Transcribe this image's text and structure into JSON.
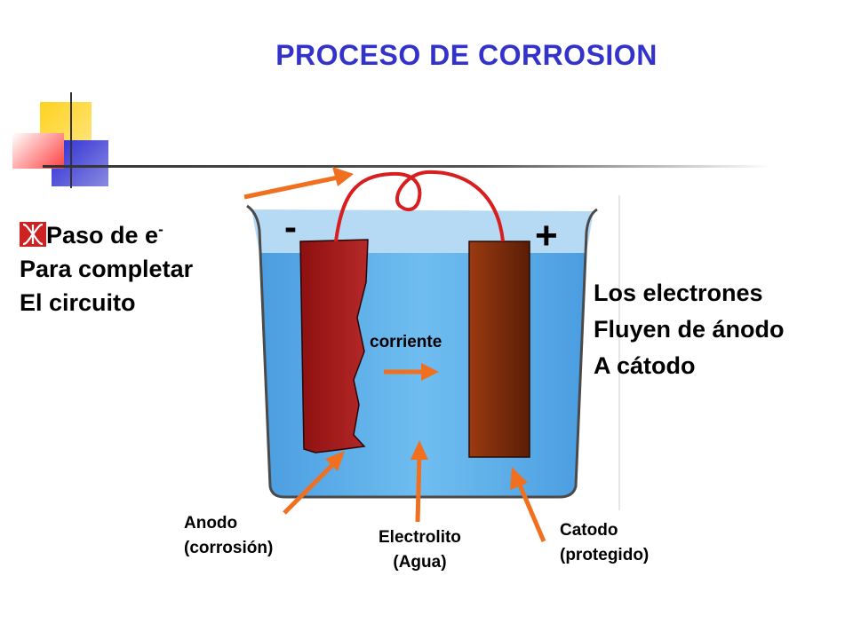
{
  "title": "PROCESO DE CORROSION",
  "left_text": {
    "line1": "Paso de e",
    "line1_sup": "-",
    "line2": "Para completar",
    "line3": "El circuito"
  },
  "right_text": {
    "line1": "Los electrones",
    "line2": "Fluyen de ánodo",
    "line3": "A cátodo"
  },
  "signs": {
    "minus": "-",
    "plus": "+"
  },
  "labels": {
    "corriente": "corriente",
    "anodo": [
      "Anodo",
      "(corrosión)"
    ],
    "electrolito": [
      "Electrolito",
      "(Agua)"
    ],
    "catodo": [
      "Catodo",
      "(protegido)"
    ]
  },
  "colors": {
    "title": "#3333cc",
    "arrow": "#f07020",
    "water": "#5aaee8",
    "anode": "#a51c1c",
    "cathode": "#7a2e0c",
    "wire": "#d81e1e",
    "deco_yellow": "#ffd21f",
    "deco_blue": "#3a3acc",
    "deco_red": "#ff4a4a"
  }
}
